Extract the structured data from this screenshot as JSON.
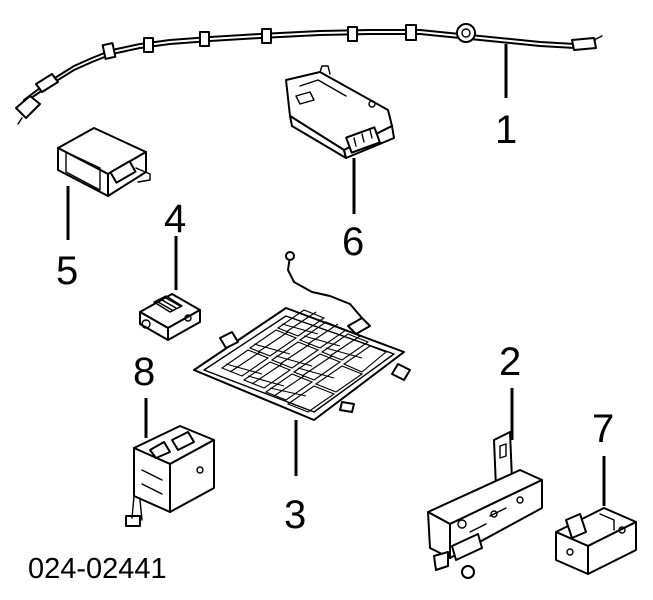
{
  "diagram": {
    "part_code": "024-02441",
    "callouts": {
      "p1": "1",
      "p2": "2",
      "p3": "3",
      "p4": "4",
      "p5": "5",
      "p6": "6",
      "p7": "7",
      "p8": "8"
    }
  }
}
